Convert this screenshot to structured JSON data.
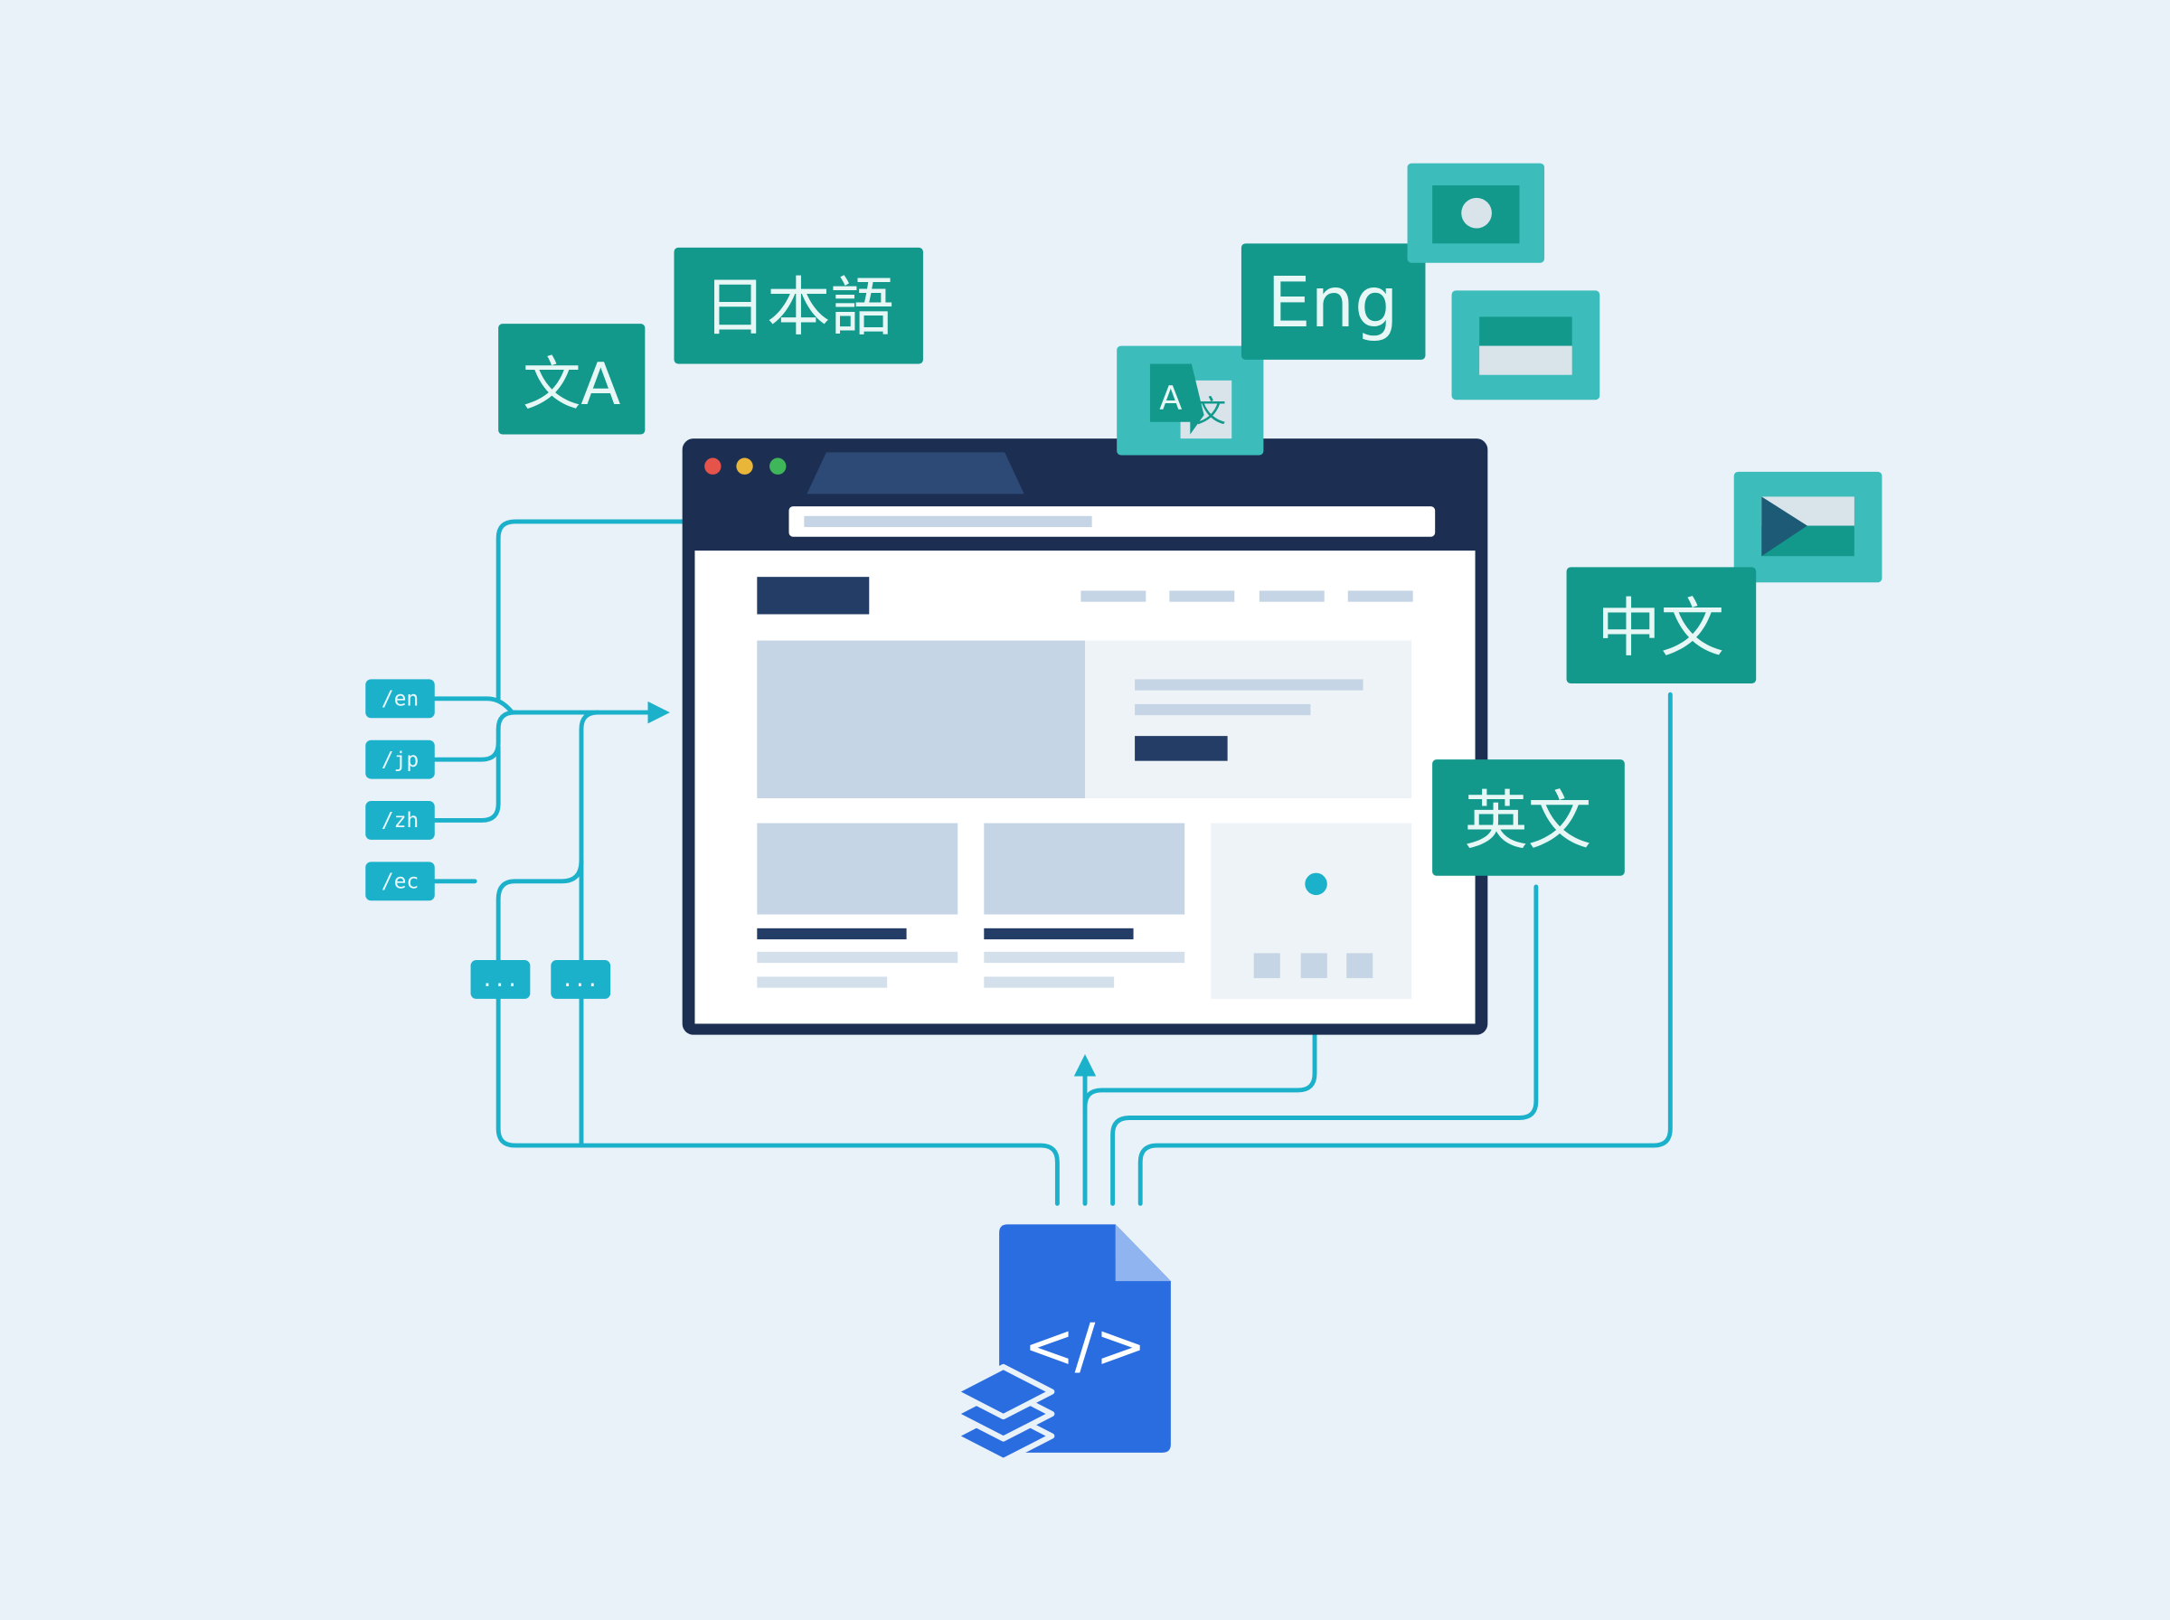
{
  "colors": {
    "background": "#e9f1f9",
    "teal_tag": "#13998c",
    "teal_light_tile": "#3dbcbc",
    "connector": "#1bb1cb",
    "browser_frame": "#1c2f52",
    "file_icon": "#2a6de0",
    "placeholder": "#c5d5e5"
  },
  "language_tags": {
    "translate_symbol": "文A",
    "japanese": "日本語",
    "english": "Eng",
    "chinese": "中文",
    "english_in_chinese": "英文"
  },
  "icons": {
    "translate_tile": "translate-icon",
    "flag_circle": "flag-circle-icon",
    "flag_stripes": "flag-stripes-icon",
    "flag_triangle": "flag-triangle-icon",
    "code_file": "code-file-icon",
    "layers": "layers-stack-icon"
  },
  "translate_tile": {
    "latin": "A",
    "cjk": "文"
  },
  "route_labels": [
    "/en",
    "/jp",
    "/zh",
    "/ec"
  ],
  "more_nodes": [
    "...",
    "..."
  ],
  "code_symbol": "</>"
}
